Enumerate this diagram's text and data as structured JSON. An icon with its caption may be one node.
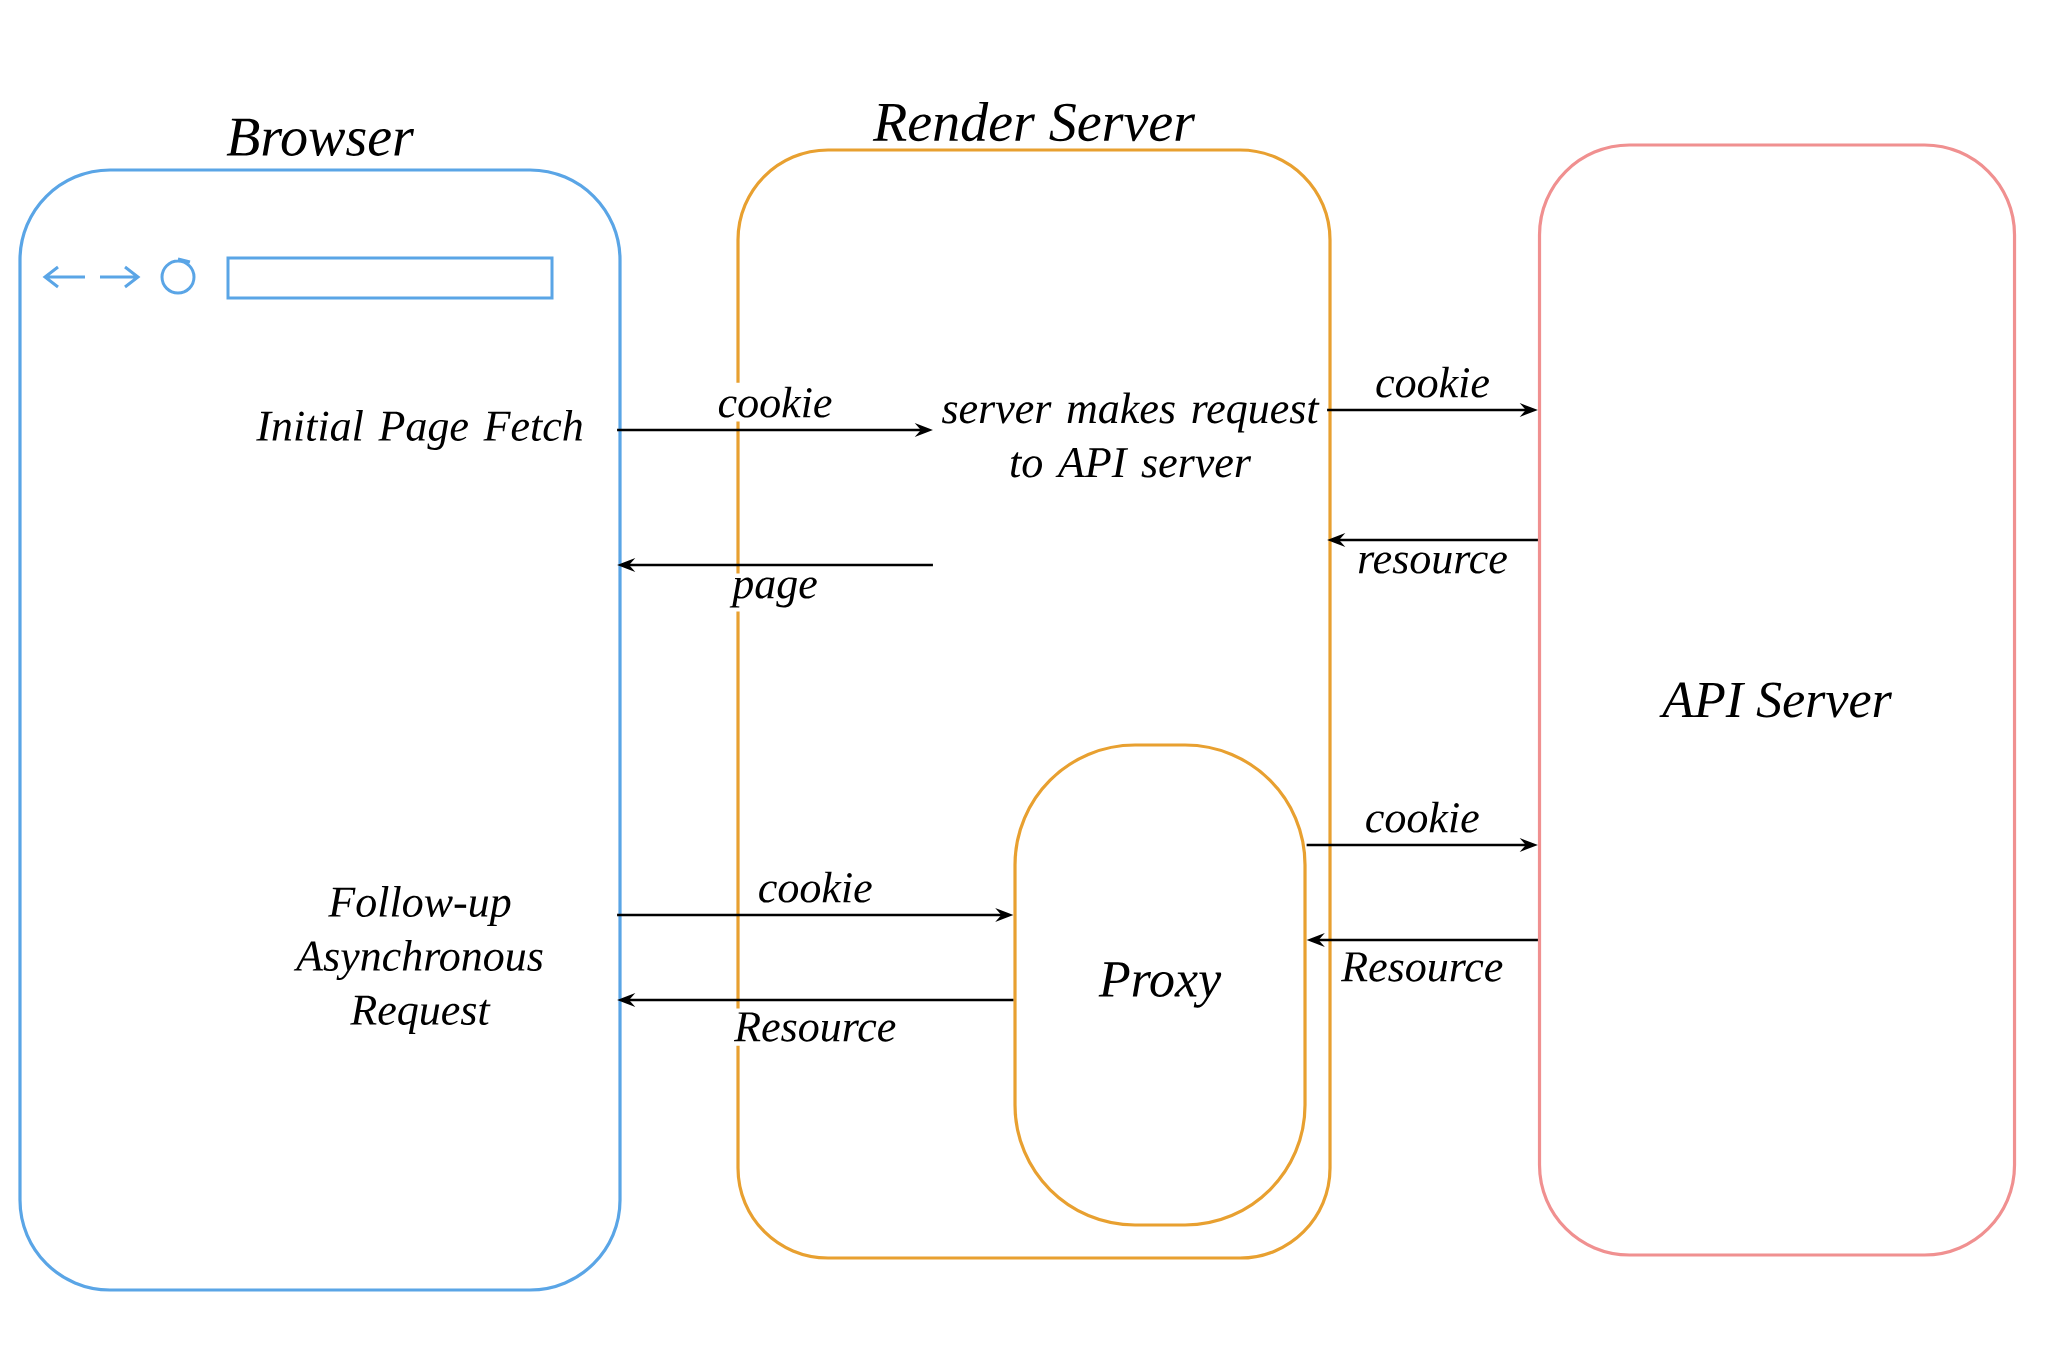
{
  "diagram": {
    "nodes": [
      {
        "text": [
          "Browser"
        ]
      },
      {
        "text": [
          "Initial Page Fetch"
        ],
        "in": 0
      },
      {
        "text": [
          "Follow-up Asynchronous Request"
        ],
        "in": 0
      },
      {
        "text": [
          "Render Server"
        ]
      },
      {
        "text": [
          "server makes request to API server"
        ],
        "in": 3
      },
      {
        "text": [
          "Proxy"
        ],
        "in": 3
      },
      {
        "text": [
          "API Server"
        ]
      }
    ],
    "edges": [
      {
        "from": 1,
        "to": 4,
        "arrow": "to",
        "label": "cookie"
      },
      {
        "from": 4,
        "to": 1,
        "arrow": "to",
        "label": "page"
      },
      {
        "from": 4,
        "to": 6,
        "arrow": "to",
        "label": "cookie"
      },
      {
        "from": 6,
        "to": 4,
        "arrow": "to",
        "label": "resource"
      },
      {
        "from": 2,
        "to": 5,
        "arrow": "to",
        "label": "cookie"
      },
      {
        "from": 5,
        "to": 2,
        "arrow": "to",
        "label": "Resource"
      },
      {
        "from": 5,
        "to": 6,
        "arrow": "to",
        "label": "cookie"
      },
      {
        "from": 6,
        "to": 5,
        "arrow": "to",
        "label": "Resource"
      }
    ]
  }
}
